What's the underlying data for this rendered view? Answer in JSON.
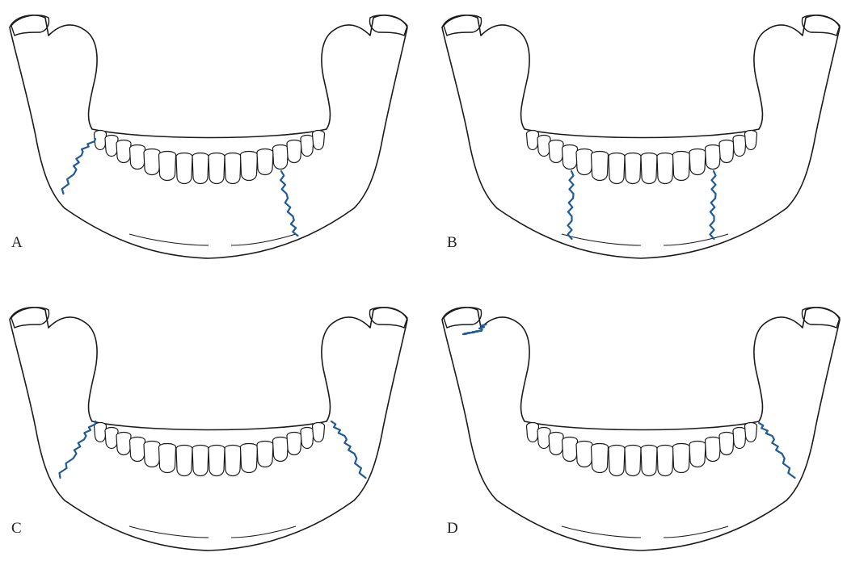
{
  "figure": {
    "panels": [
      {
        "label": "A"
      },
      {
        "label": "B"
      },
      {
        "label": "C"
      },
      {
        "label": "D"
      }
    ]
  },
  "colors": {
    "outline": "#1a1a1a",
    "fracture": "#1f5a99",
    "background": "#ffffff"
  }
}
